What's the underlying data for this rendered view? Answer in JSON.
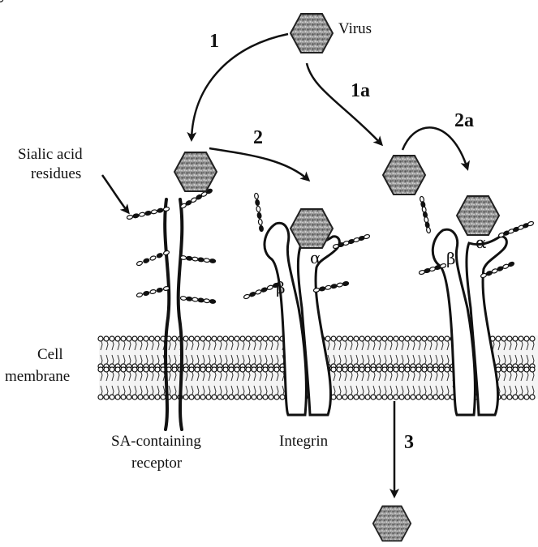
{
  "labels": {
    "virus": "Virus",
    "sialic_line1": "Sialic acid",
    "sialic_line2": "residues",
    "cell_line1": "Cell",
    "cell_line2": "membrane",
    "sa_line1": "SA-containing",
    "sa_line2": "receptor",
    "integrin": "Integrin"
  },
  "steps": {
    "s1": "1",
    "s1a": "1a",
    "s2": "2",
    "s2a": "2a",
    "s3": "3"
  },
  "subunits": {
    "beta": "β",
    "alpha": "α"
  },
  "colors": {
    "ink": "#111111",
    "virus_fill": "#8a8a8a",
    "integrin_fill": "#ffffff"
  }
}
